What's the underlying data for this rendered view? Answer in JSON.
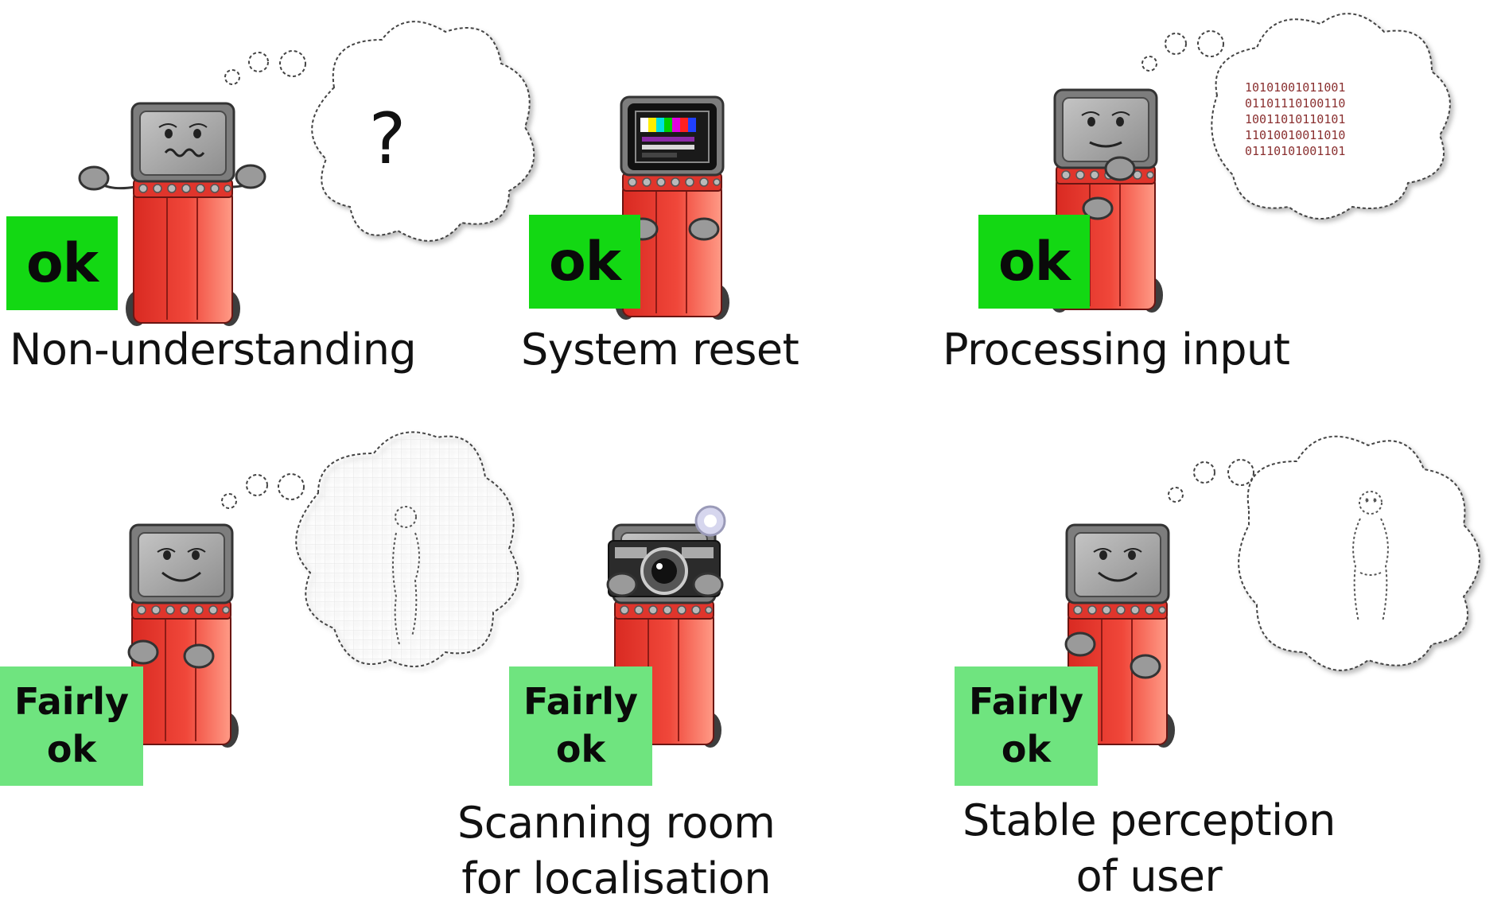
{
  "panels": [
    {
      "id": "non-understanding",
      "status": "ok",
      "caption_lines": [
        "Non-understanding"
      ],
      "thought": "?"
    },
    {
      "id": "system-reset",
      "status": "ok",
      "caption_lines": [
        "System reset"
      ]
    },
    {
      "id": "processing-input",
      "status": "ok",
      "caption_lines": [
        "Processing input"
      ]
    },
    {
      "id": "perceiving-user",
      "status_lines": [
        "Fairly",
        "ok"
      ],
      "caption_lines": []
    },
    {
      "id": "scanning-room",
      "status_lines": [
        "Fairly",
        "ok"
      ],
      "caption_lines": [
        "Scanning room",
        "for localisation"
      ]
    },
    {
      "id": "stable-perception",
      "status_lines": [
        "Fairly",
        "ok"
      ],
      "caption_lines": [
        "Stable perception",
        "of user"
      ]
    }
  ],
  "colors": {
    "ok_badge": "#13d813",
    "fairly_ok_badge": "#6fe47f",
    "robot_body": "#ee3b30",
    "robot_body_light": "#ff8b78",
    "robot_head": "#a8a8a8",
    "robot_wheel": "#3d3d3d"
  }
}
